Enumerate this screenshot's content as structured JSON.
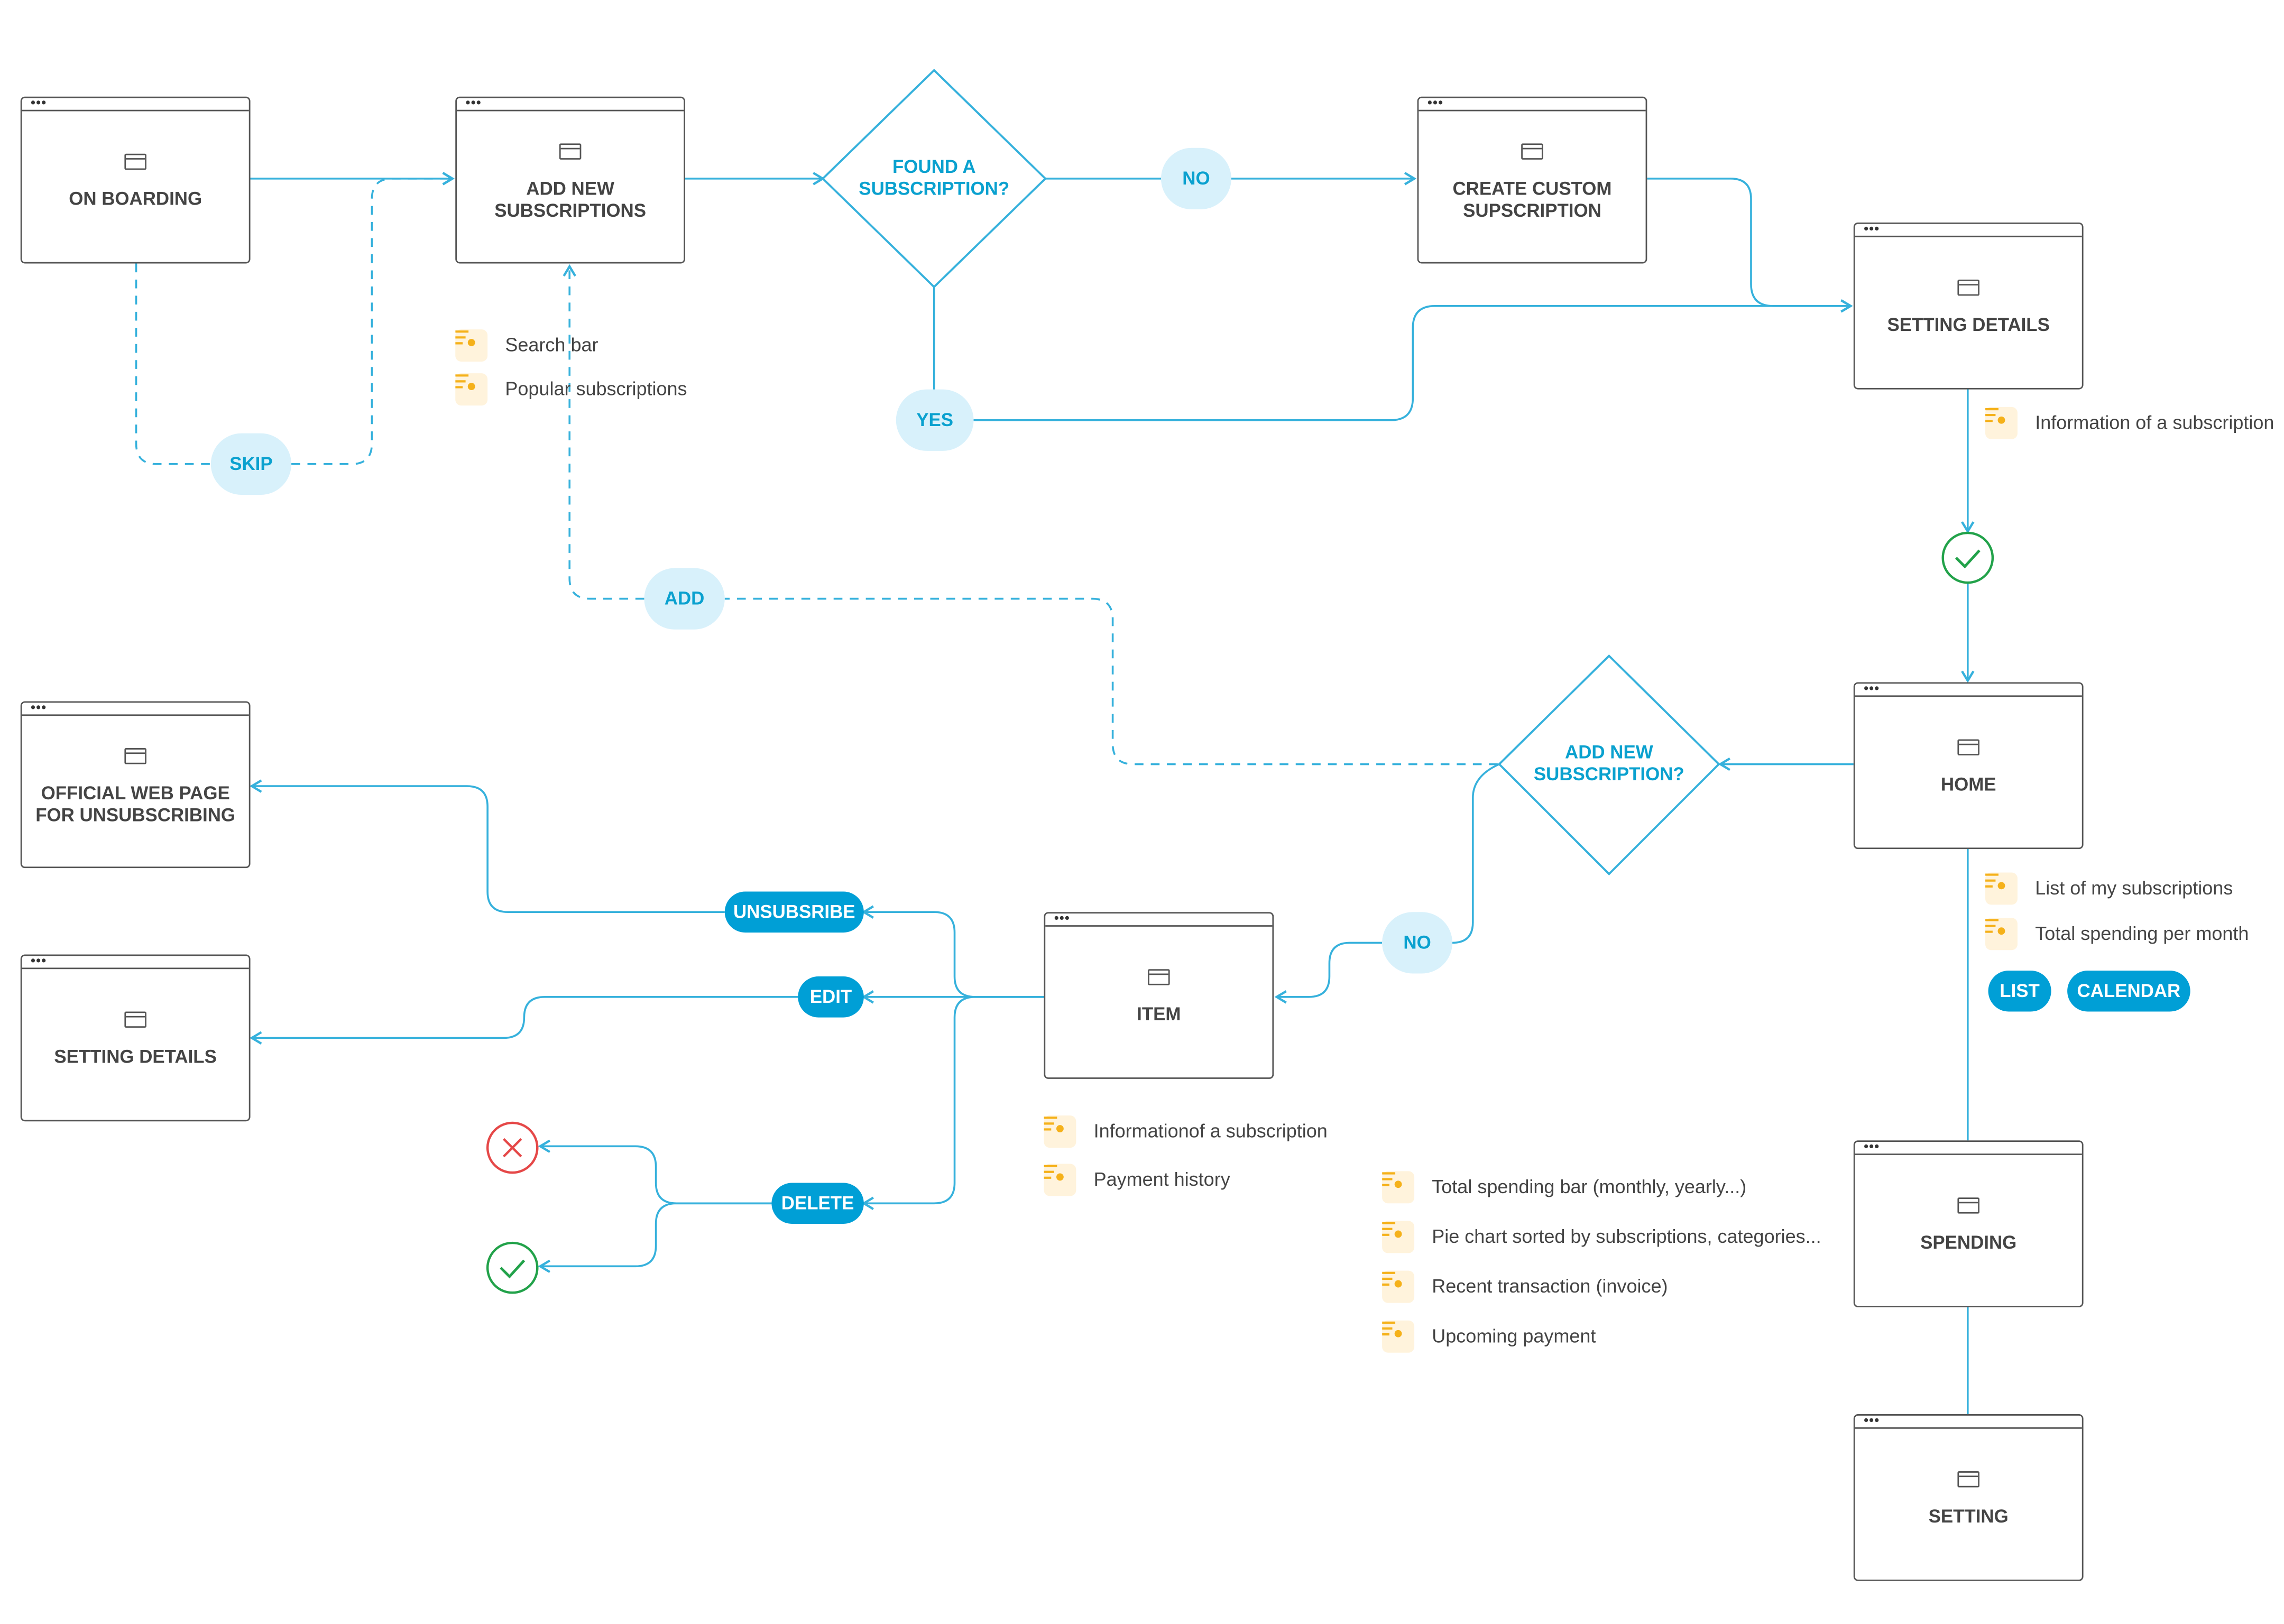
{
  "screens": {
    "onboarding": "ON BOARDING",
    "add_new_subscriptions": "ADD NEW\nSUBSCRIPTIONS",
    "create_custom": "CREATE CUSTOM\nSUPSCRIPTION",
    "setting_details_top": "SETTING DETAILS",
    "home": "HOME",
    "official_web_page": "OFFICIAL WEB PAGE\nFOR UNSUBSCRIBING",
    "setting_details_bottom": "SETTING DETAILS",
    "item": "ITEM",
    "spending": "SPENDING",
    "setting": "SETTING"
  },
  "decisions": {
    "found_subscription": "FOUND A\nSUBSCRIPTION?",
    "add_new_subscription": "ADD NEW\nSUBSCRIPTION?"
  },
  "edges": {
    "skip": "SKIP",
    "no_top": "NO",
    "yes": "YES",
    "add": "ADD",
    "no_bottom": "NO"
  },
  "actions": {
    "unsubscribe": "UNSUBSRIBE",
    "edit": "EDIT",
    "delete": "DELETE",
    "list": "LIST",
    "calendar": "CALENDAR"
  },
  "notes": {
    "search_bar": "Search bar",
    "popular_subscriptions": "Popular subscriptions",
    "info_subscription": "Information of a subscription",
    "list_my_subscriptions": "List of my subscriptions",
    "total_spending_month": "Total spending per month",
    "item_info": "Informationof a subscription",
    "payment_history": "Payment history",
    "total_spending_bar": "Total spending bar (monthly, yearly...)",
    "pie_chart": "Pie chart sorted by subscriptions, categories...",
    "recent_transaction": "Recent transaction (invoice)",
    "upcoming_payment": "Upcoming payment"
  },
  "colors": {
    "flow_line": "#36b1dc",
    "screen_border": "#555555",
    "decision_text": "#0aa1cf",
    "pill_light_bg": "#d8f1fb",
    "pill_dark_bg": "#009fd6",
    "note_icon_bg": "#fff3dc",
    "note_icon": "#f5b11a",
    "success": "#22a24a",
    "cancel": "#e54848"
  },
  "icons": [
    "window-icon",
    "note-list-icon",
    "check-circle-icon",
    "x-circle-icon"
  ]
}
